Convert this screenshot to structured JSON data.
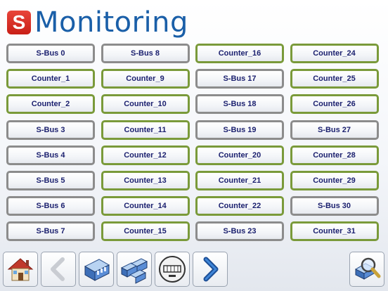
{
  "app": {
    "logo_letter": "S",
    "title": "Monitoring"
  },
  "grid": [
    {
      "label": "S-Bus 0",
      "kind": "sbus"
    },
    {
      "label": "S-Bus 8",
      "kind": "sbus"
    },
    {
      "label": "Counter_16",
      "kind": "counter"
    },
    {
      "label": "Counter_24",
      "kind": "counter"
    },
    {
      "label": "Counter_1",
      "kind": "counter"
    },
    {
      "label": "Counter_9",
      "kind": "counter"
    },
    {
      "label": "S-Bus 17",
      "kind": "sbus"
    },
    {
      "label": "Counter_25",
      "kind": "counter"
    },
    {
      "label": "Counter_2",
      "kind": "counter"
    },
    {
      "label": "Counter_10",
      "kind": "counter"
    },
    {
      "label": "S-Bus 18",
      "kind": "sbus"
    },
    {
      "label": "Counter_26",
      "kind": "counter"
    },
    {
      "label": "S-Bus 3",
      "kind": "sbus"
    },
    {
      "label": "Counter_11",
      "kind": "counter"
    },
    {
      "label": "S-Bus 19",
      "kind": "sbus"
    },
    {
      "label": "S-Bus 27",
      "kind": "sbus"
    },
    {
      "label": "S-Bus 4",
      "kind": "sbus"
    },
    {
      "label": "Counter_12",
      "kind": "counter"
    },
    {
      "label": "Counter_20",
      "kind": "counter"
    },
    {
      "label": "Counter_28",
      "kind": "counter"
    },
    {
      "label": "S-Bus 5",
      "kind": "sbus"
    },
    {
      "label": "Counter_13",
      "kind": "counter"
    },
    {
      "label": "Counter_21",
      "kind": "counter"
    },
    {
      "label": "Counter_29",
      "kind": "counter"
    },
    {
      "label": "S-Bus 6",
      "kind": "sbus"
    },
    {
      "label": "Counter_14",
      "kind": "counter"
    },
    {
      "label": "Counter_22",
      "kind": "counter"
    },
    {
      "label": "S-Bus 30",
      "kind": "sbus"
    },
    {
      "label": "S-Bus 7",
      "kind": "sbus"
    },
    {
      "label": "Counter_15",
      "kind": "counter"
    },
    {
      "label": "S-Bus 23",
      "kind": "sbus"
    },
    {
      "label": "Counter_31",
      "kind": "counter"
    }
  ],
  "toolbar": {
    "buttons": [
      "home-icon",
      "back-arrow-icon",
      "device-module-icon",
      "device-rack-icon",
      "energy-meter-icon",
      "next-arrow-icon",
      "search-zoom-icon"
    ]
  },
  "colors": {
    "sbus_border": "#8c8c8c",
    "counter_border": "#7a9a3a",
    "label_text": "#1a1f6e",
    "logo_red": "#d52a20",
    "title_blue": "#1a5fa8"
  }
}
